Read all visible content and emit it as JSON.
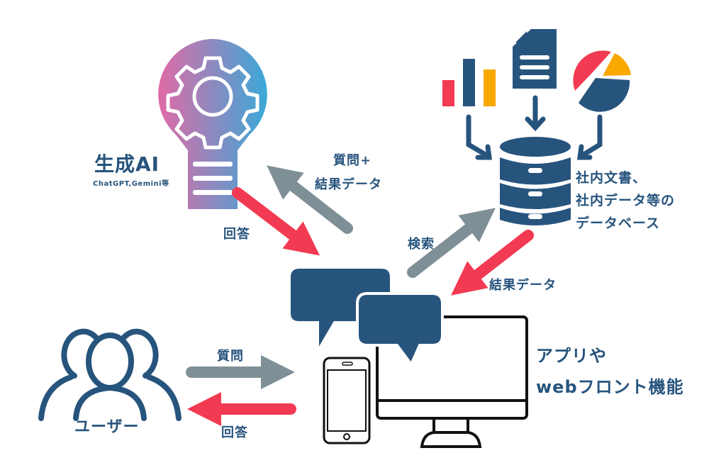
{
  "colors": {
    "navy": "#27547d",
    "red": "#f23a52",
    "amber": "#f9a800",
    "gray": "#7f8f96",
    "bulb_start": "#e06aa6",
    "bulb_end": "#3aa9d8"
  },
  "ai": {
    "title": "生成AI",
    "subtitle": "ChatGPT,Gemini等"
  },
  "labels": {
    "question_plus_1": "質問+",
    "question_plus_2": "結果データ",
    "answer_ai": "回答",
    "search": "検索",
    "result_data": "結果データ",
    "db_line1": "社内文書、",
    "db_line2": "社内データ等の",
    "db_line3": "データベース",
    "user": "ユーザー",
    "question": "質問",
    "answer_user": "回答",
    "app_line1": "アプリや",
    "app_line2": "webフロント機能"
  }
}
